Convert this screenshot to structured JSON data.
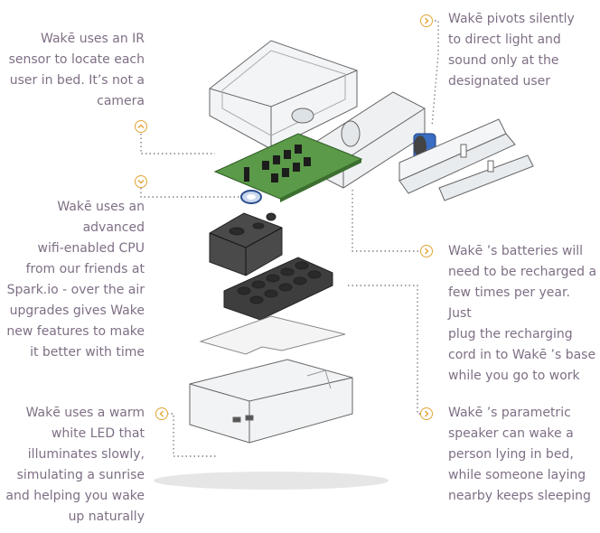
{
  "annotations": {
    "ir_sensor": "Wakē uses an IR\nsensor to locate each\nuser in bed. It’s not a\ncamera",
    "pivots": "Wakē pivots silently\nto direct light and\nsound only at the\ndesignated user",
    "cpu": "Wakē uses an\nadvanced\nwifi-enabled CPU\nfrom our friends at\nSpark.io - over the air\nupgrades gives Wake\nnew features to make\nit better with time",
    "batteries": "Wakē ’s batteries will\nneed to be recharged a\nfew times per year. Just\nplug the recharging\ncord in to Wakē ’s base\nwhile you go to work",
    "led": "Wakē uses a warm\nwhite LED that\nilluminates slowly,\nsimulating a sunrise\nand helping you wake\nup naturally",
    "speaker": "Wakē ’s parametric\nspeaker can wake a\nperson lying in bed,\nwhile someone laying\nnearby keeps sleeping"
  },
  "icons": {
    "up": "chevron-up-icon",
    "down": "chevron-down-icon",
    "right": "chevron-right-icon",
    "left": "chevron-left-icon"
  },
  "colors": {
    "accent": "#e1a534",
    "text": "#7e6f85",
    "pcb": "#4a8a3a",
    "motor": "#3a6ec4"
  }
}
